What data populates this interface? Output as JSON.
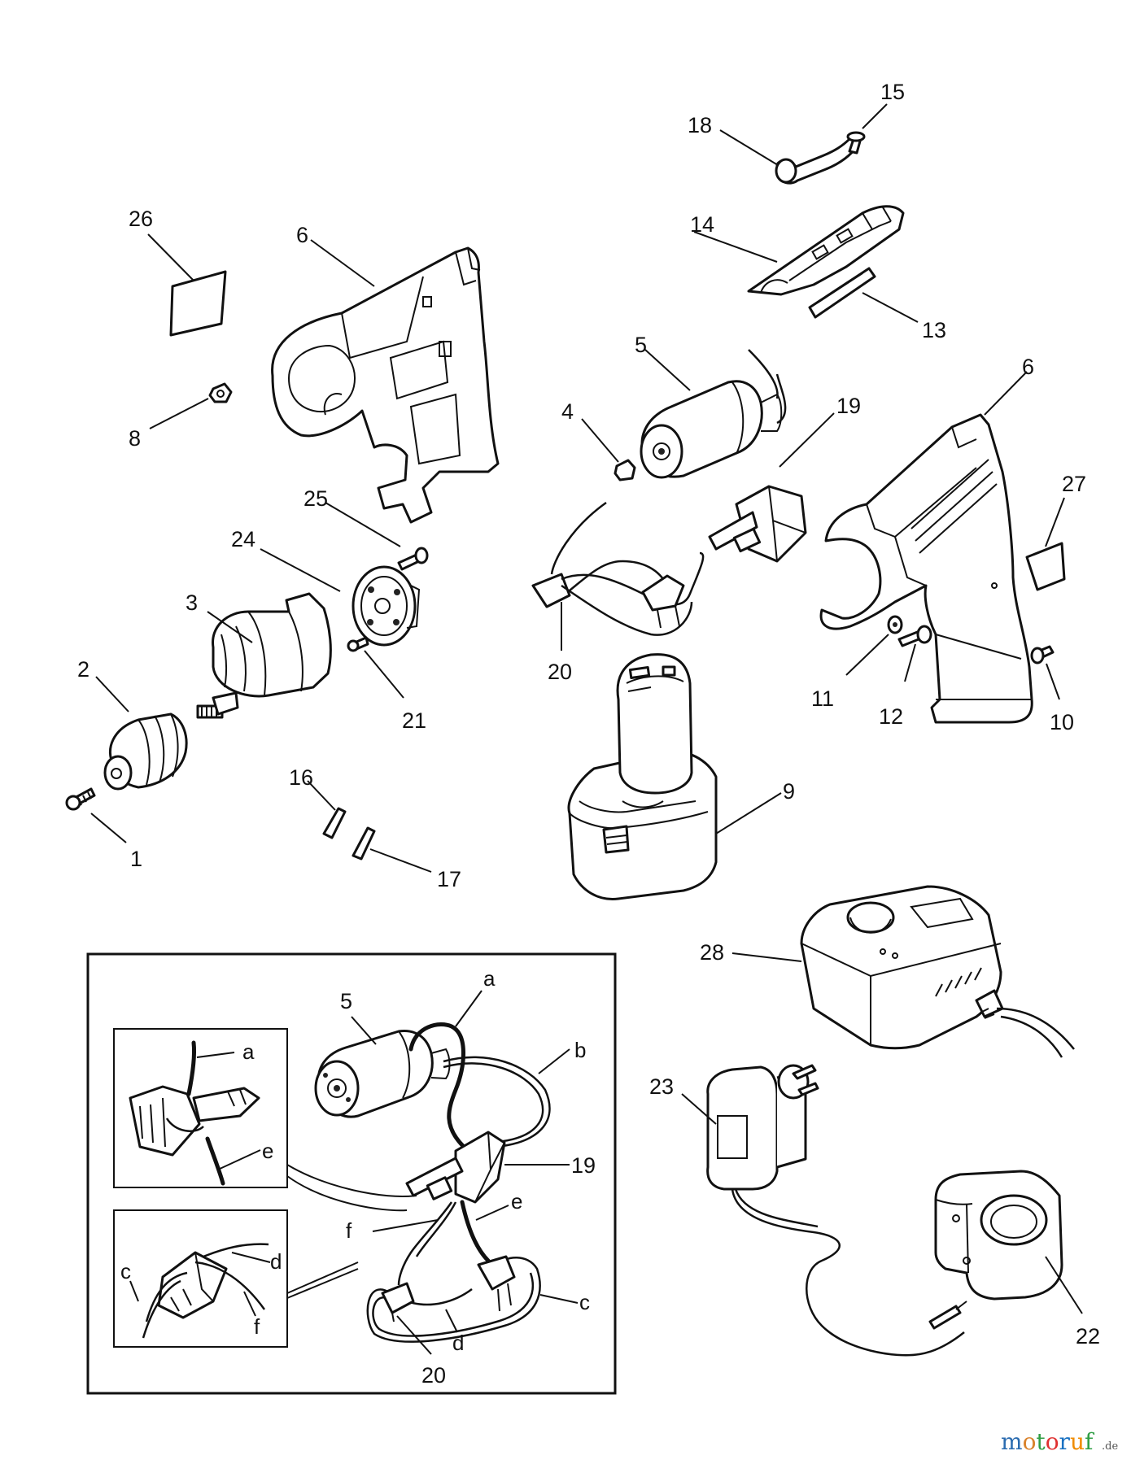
{
  "labels": {
    "p1": "1",
    "p2": "2",
    "p3": "3",
    "p4": "4",
    "p5": "5",
    "p6a": "6",
    "p6b": "6",
    "p8": "8",
    "p9": "9",
    "p10": "10",
    "p11": "11",
    "p12": "12",
    "p13": "13",
    "p14": "14",
    "p15": "15",
    "p16": "16",
    "p17": "17",
    "p18": "18",
    "p19": "19",
    "p20": "20",
    "p21": "21",
    "p22": "22",
    "p23": "23",
    "p24": "24",
    "p25": "25",
    "p26": "26",
    "p27": "27",
    "p28": "28"
  },
  "inset": {
    "i5": "5",
    "i19": "19",
    "i20": "20",
    "wa": "a",
    "wb": "b",
    "wc": "c",
    "wd": "d",
    "we": "e",
    "wf": "f",
    "d1a": "a",
    "d1e": "e",
    "d2c": "c",
    "d2d": "d",
    "d2f": "f"
  },
  "watermark": {
    "letters": [
      "m",
      "o",
      "t",
      "o",
      "r",
      "u",
      "f"
    ],
    "letter_colors": [
      "#2b6cb0",
      "#d9822b",
      "#2f9e44",
      "#e03131",
      "#1971c2",
      "#f08c00",
      "#2f9e44"
    ],
    "suffix": ".de"
  }
}
